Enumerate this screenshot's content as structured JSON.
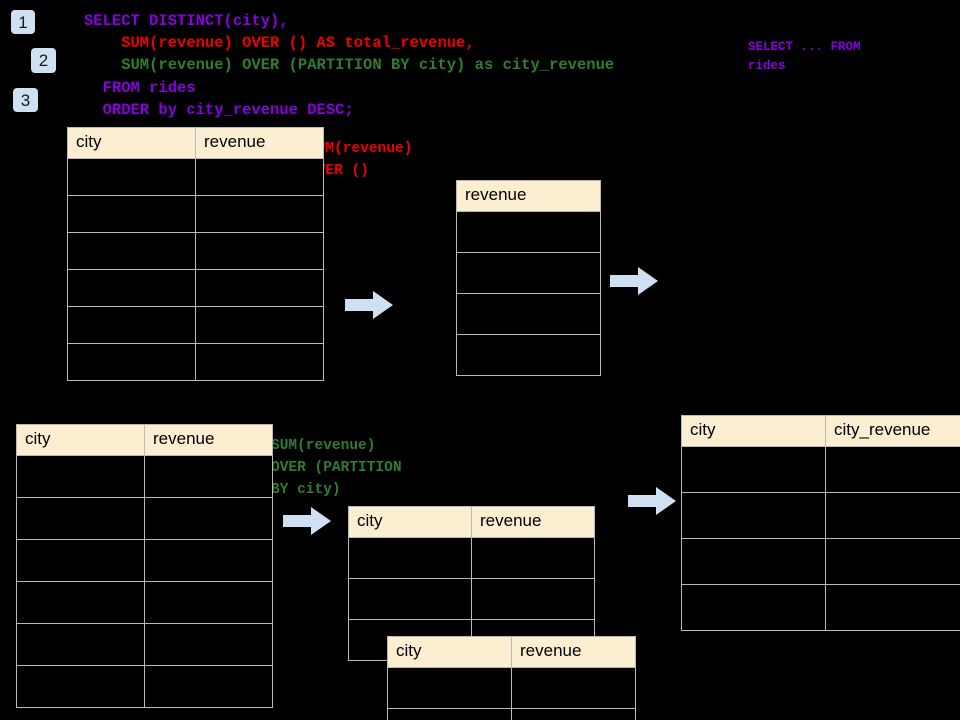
{
  "diagram": {
    "title_semantics": "SQL window function execution diagram",
    "background_color": "#000000",
    "header_fill": "#fceed0",
    "grid_line_color": "#b9b9b9",
    "arrow_color": "#cfe0f2",
    "badge_color": "#cfe0f2"
  },
  "steps": [
    {
      "label": "1"
    },
    {
      "label": "2"
    },
    {
      "label": "3"
    }
  ],
  "code": {
    "line1": "SELECT DISTINCT(city),",
    "line2": "    SUM(revenue) OVER () AS total_revenue,",
    "line3": "    SUM(revenue) OVER (PARTITION BY city) as city_revenue",
    "line4": "  FROM rides",
    "line5": "  ORDER by city_revenue DESC;",
    "colors": {
      "line1": "#8800dd",
      "line2": "#ee0000",
      "line3": "#2f7d32",
      "line4": "#8800dd",
      "line5": "#8800dd"
    }
  },
  "side_note": {
    "text": "SELECT ... FROM\nrides",
    "color": "#8800dd"
  },
  "annotations": {
    "total_revenue": {
      "text": "SUM(revenue)\nOVER ()",
      "color": "#ee0000"
    },
    "city_revenue": {
      "text": "SUM(revenue)\nOVER (PARTITION\nBY city)",
      "color": "#2f7d32"
    }
  },
  "tables": {
    "source_top": {
      "name": "rides-source-table-top",
      "headers": [
        "city",
        "revenue"
      ],
      "row_count": 6,
      "rows": [
        [
          "",
          ""
        ],
        [
          "",
          ""
        ],
        [
          "",
          ""
        ],
        [
          "",
          ""
        ],
        [
          "",
          ""
        ],
        [
          "",
          ""
        ]
      ]
    },
    "total_revenue": {
      "name": "total-revenue-table",
      "headers": [
        "revenue"
      ],
      "row_count": 4,
      "rows": [
        [
          ""
        ],
        [
          ""
        ],
        [
          ""
        ],
        [
          ""
        ]
      ]
    },
    "source_bottom": {
      "name": "rides-source-table-bottom",
      "headers": [
        "city",
        "revenue"
      ],
      "row_count": 6,
      "rows": [
        [
          "",
          ""
        ],
        [
          "",
          ""
        ],
        [
          "",
          ""
        ],
        [
          "",
          ""
        ],
        [
          "",
          ""
        ],
        [
          "",
          ""
        ]
      ]
    },
    "partition_back": {
      "name": "partition-group-table-back",
      "headers": [
        "city",
        "revenue"
      ],
      "row_count": 3,
      "rows": [
        [
          "",
          ""
        ],
        [
          "",
          ""
        ],
        [
          "",
          ""
        ]
      ]
    },
    "partition_front": {
      "name": "partition-group-table-front",
      "headers": [
        "city",
        "revenue"
      ],
      "row_count": 2,
      "rows": [
        [
          "",
          ""
        ],
        [
          "",
          ""
        ]
      ]
    },
    "result": {
      "name": "final-result-table",
      "headers": [
        "city",
        "city_revenue"
      ],
      "row_count": 4,
      "rows": [
        [
          "",
          ""
        ],
        [
          "",
          ""
        ],
        [
          "",
          ""
        ],
        [
          "",
          ""
        ]
      ]
    }
  },
  "arrows": [
    {
      "name": "arrow-source-to-total-revenue"
    },
    {
      "name": "arrow-total-revenue-to-result"
    },
    {
      "name": "arrow-source-to-partition"
    },
    {
      "name": "arrow-partition-to-result"
    }
  ]
}
